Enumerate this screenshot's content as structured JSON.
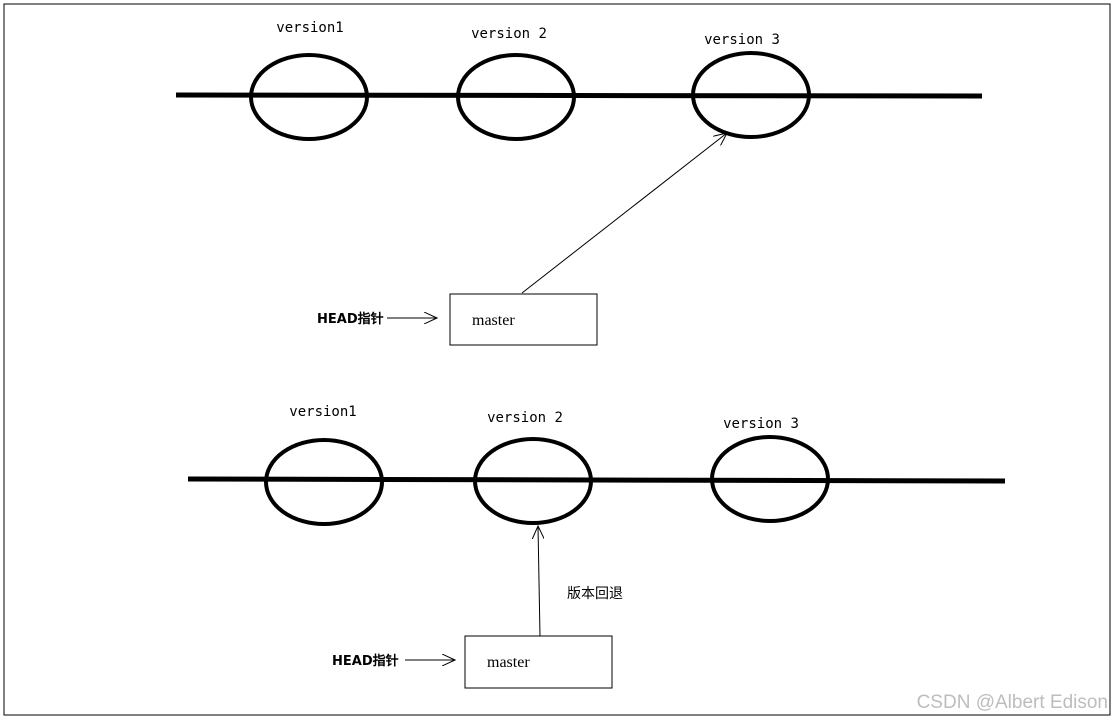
{
  "top_diagram": {
    "commits": [
      {
        "label": "version1"
      },
      {
        "label": "version 2"
      },
      {
        "label": "version 3"
      }
    ],
    "head_label": "HEAD指针",
    "branch_label": "master"
  },
  "bottom_diagram": {
    "commits": [
      {
        "label": "version1"
      },
      {
        "label": "version 2"
      },
      {
        "label": "version 3"
      }
    ],
    "head_label": "HEAD指针",
    "branch_label": "master",
    "action_label": "版本回退"
  },
  "watermark": "CSDN @Albert Edison"
}
